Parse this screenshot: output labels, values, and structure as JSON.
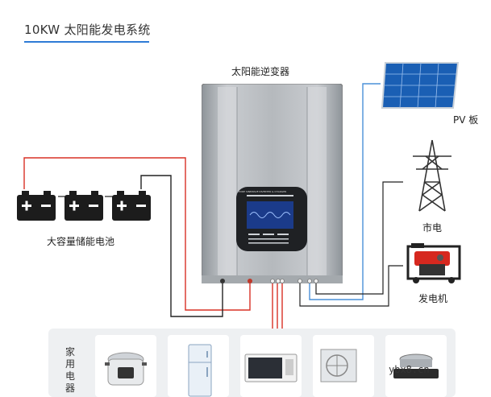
{
  "title": "10KW 太阳能发电系统",
  "inverter": {
    "label": "太阳能逆变器",
    "panel_text": "PURE SINEWAVE INVERTER & CHARGER"
  },
  "pv": {
    "label": "PV 板"
  },
  "grid": {
    "label": "市电"
  },
  "generator": {
    "label": "发电机"
  },
  "battery": {
    "label": "大容量储能电池"
  },
  "appliances": {
    "label": "家用电器",
    "items": [
      "rice-cooker",
      "refrigerator",
      "microwave",
      "air-conditioner",
      "induction-cooker"
    ]
  },
  "watermark": "ybx8.cn",
  "colors": {
    "title_underline": "#2e7bd6",
    "wire_positive": "#d93025",
    "wire_negative": "#222222",
    "wire_pv": "#4a90d9",
    "wire_output": "#d93025",
    "inverter_body": "#a9aeb3"
  }
}
